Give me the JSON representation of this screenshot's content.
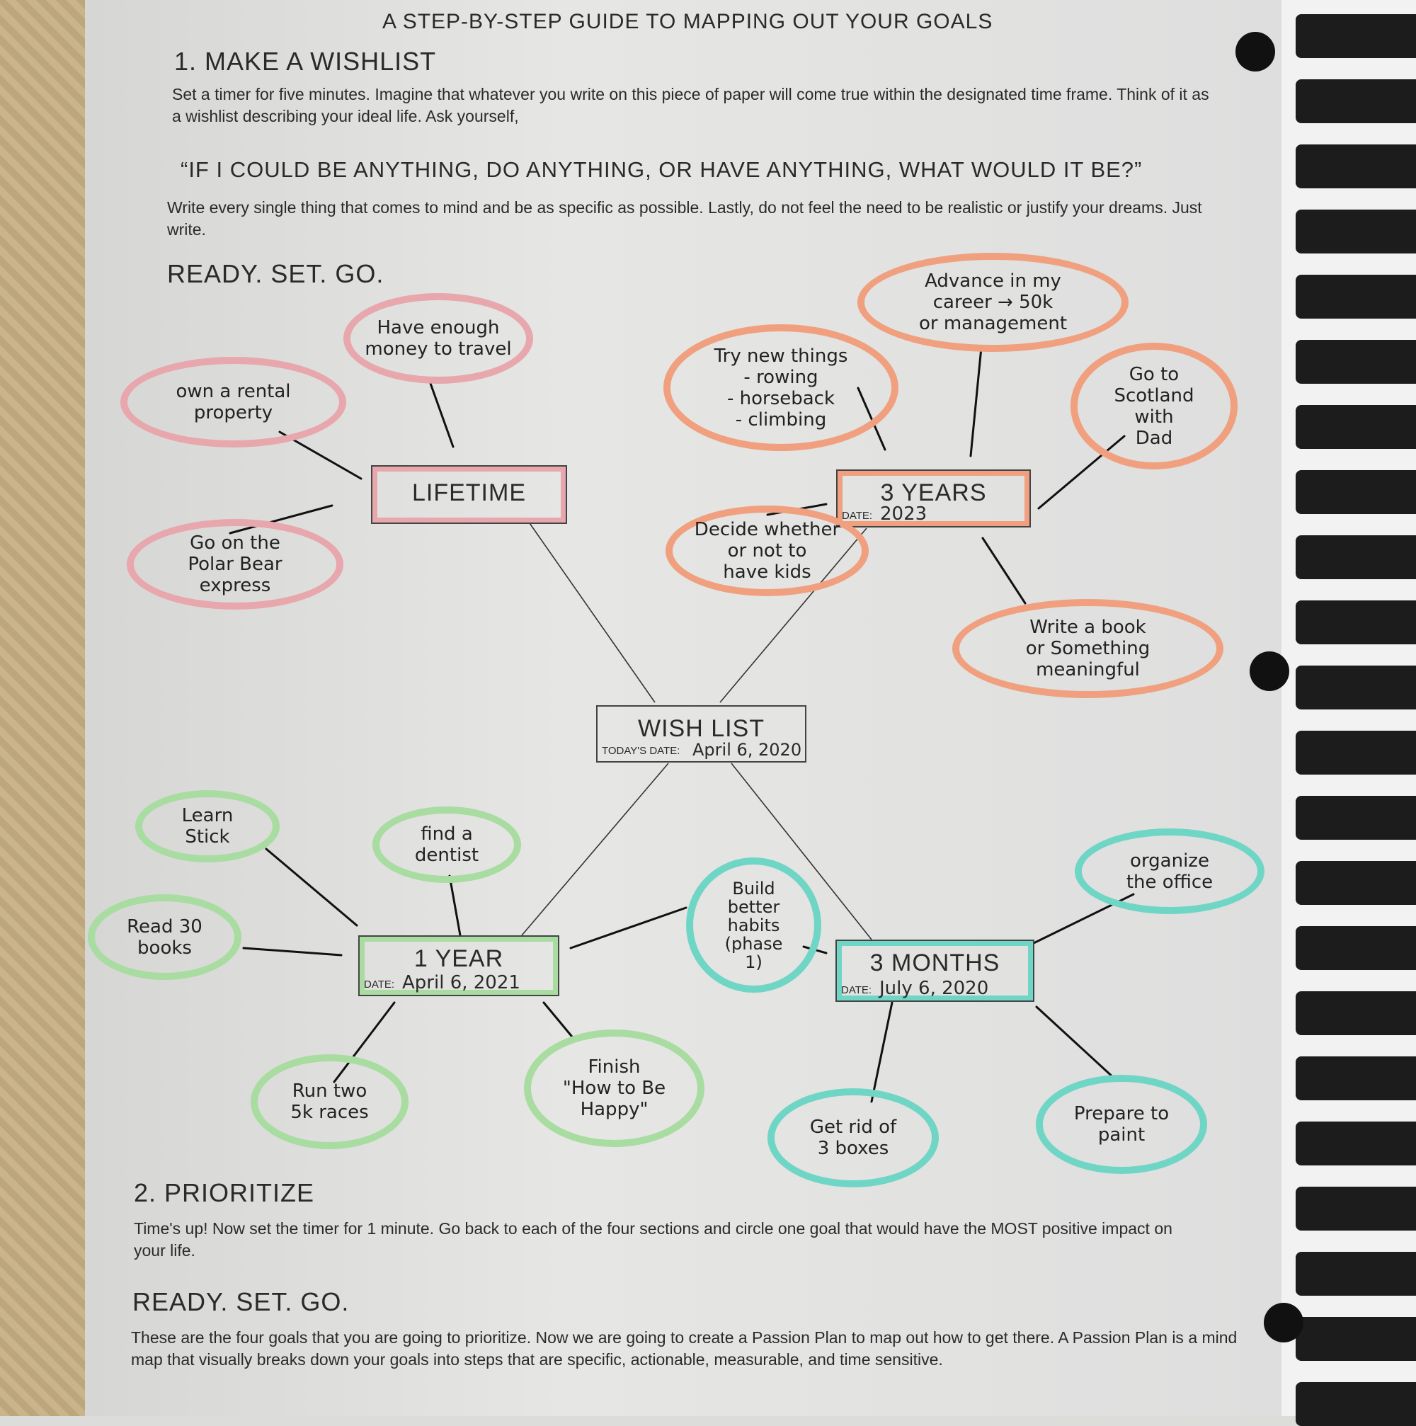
{
  "header": {
    "subtitle": "A STEP-BY-STEP GUIDE TO MAPPING OUT YOUR GOALS"
  },
  "section1": {
    "title": "1. MAKE A WISHLIST",
    "intro": "Set a timer for five minutes. Imagine that whatever you write on this piece of paper will come true within the designated time frame. Think of it as a wishlist describing your ideal life. Ask yourself,",
    "quote": "“IF I COULD BE ANYTHING, DO ANYTHING, OR HAVE ANYTHING, WHAT WOULD IT BE?”",
    "instructions": "Write every single thing that comes to mind and be as specific as possible. Lastly, do not feel the need to be realistic or justify your dreams. Just write.",
    "ready": "READY. SET. GO."
  },
  "map": {
    "center": {
      "label": "WISH LIST",
      "date_label": "TODAY'S DATE:",
      "date": "April 6, 2020"
    },
    "lifetime": {
      "label": "LIFETIME",
      "goals": [
        "Have enough\nmoney to travel",
        "own a rental\nproperty",
        "Go on the\nPolar Bear\nexpress"
      ]
    },
    "three_years": {
      "label": "3 YEARS",
      "date_label": "DATE:",
      "date": "2023",
      "goals": [
        "Advance in my\ncareer → 50k\nor management",
        "Try new things\n- rowing\n- horseback\n- climbing",
        "Go to\nScotland\nwith\nDad",
        "Decide whether\nor not to\nhave kids",
        "Write a book\nor Something\nmeaningful"
      ]
    },
    "one_year": {
      "label": "1 YEAR",
      "date_label": "DATE:",
      "date": "April 6, 2021",
      "goals": [
        "Learn\nStick",
        "find a\ndentist",
        "Read 30\nbooks",
        "Run two\n5k races",
        "Finish\n\"How to Be\nHappy\""
      ]
    },
    "three_months": {
      "label": "3 MONTHS",
      "date_label": "DATE:",
      "date": "July 6, 2020",
      "goals": [
        "Build\nbetter\nhabits\n(phase\n1)",
        "organize\nthe office",
        "Get rid of\n3 boxes",
        "Prepare to\npaint"
      ]
    }
  },
  "section2": {
    "title": "2. PRIORITIZE",
    "text": "Time's up! Now set the timer for 1 minute. Go back to each of the four sections and circle one goal that would have the MOST positive impact on your life.",
    "ready": "READY. SET. GO.",
    "text2": "These are the four goals that you are going to prioritize. Now we are going to create a Passion Plan to map out how to get there. A Passion Plan is a mind map that visually breaks down your goals into steps that are specific, actionable, measurable, and time sensitive."
  },
  "colors": {
    "lifetime": "#e8a6ad",
    "three_years": "#f0a07e",
    "one_year": "#a8dca0",
    "three_months": "#6fd6c6"
  }
}
